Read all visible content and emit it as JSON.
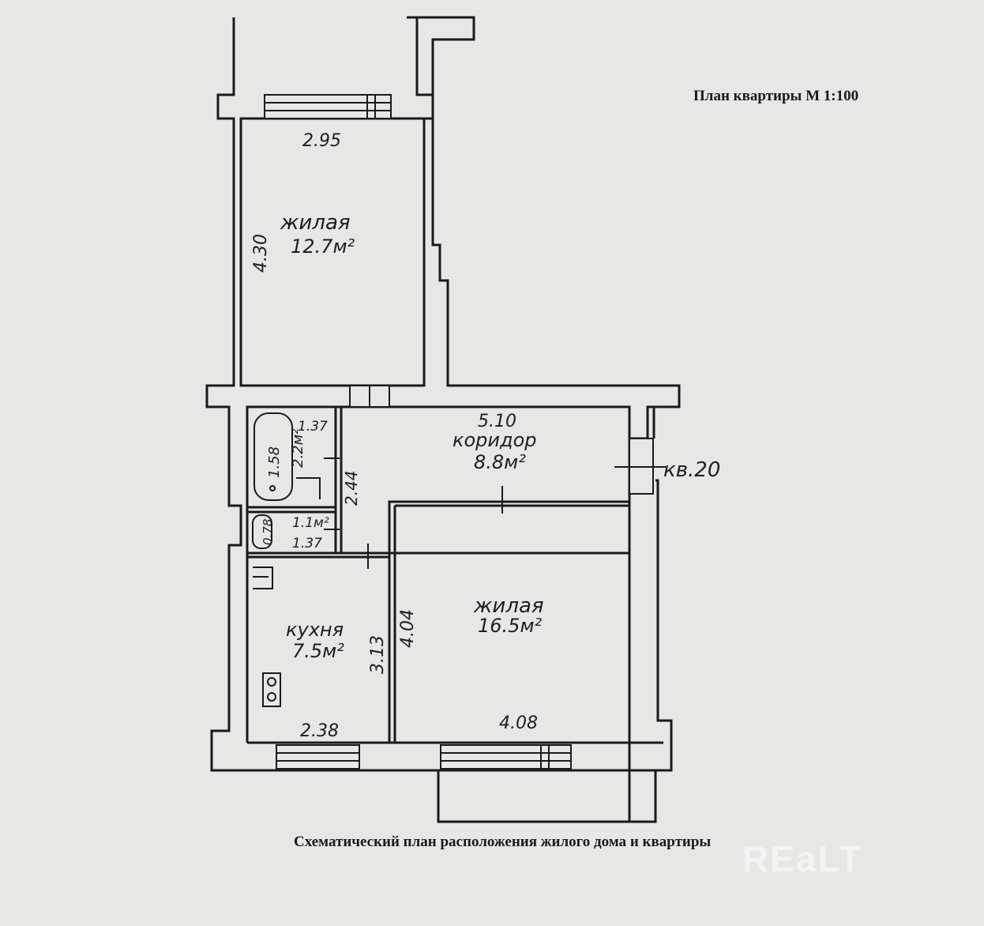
{
  "header": {
    "title": "План квартиры М 1:100"
  },
  "footer": {
    "caption": "Схематический план расположения жилого дома и квартиры"
  },
  "watermark": {
    "text": "REaLT"
  },
  "rooms": {
    "bedroom": {
      "name": "жилая",
      "area": "12.7м²",
      "width": "2.95",
      "length": "4.30"
    },
    "corridor": {
      "name": "коридор",
      "area": "8.8м²",
      "length": "5.10",
      "width": "2.44"
    },
    "bathroom": {
      "area": "2.2м²",
      "width": "1.37",
      "length": "1.58"
    },
    "toilet": {
      "area": "1.1м²",
      "width": "1.37",
      "length": "0.78"
    },
    "kitchen": {
      "name": "кухня",
      "area": "7.5м²",
      "width": "2.38",
      "length": "3.13"
    },
    "living_room": {
      "name": "жилая",
      "area": "16.5м²",
      "width": "4.08",
      "length": "4.04"
    }
  },
  "apartment_label": "кв.20",
  "colors": {
    "paper": "#e7e7e5",
    "ink": "#1a1a1a"
  }
}
